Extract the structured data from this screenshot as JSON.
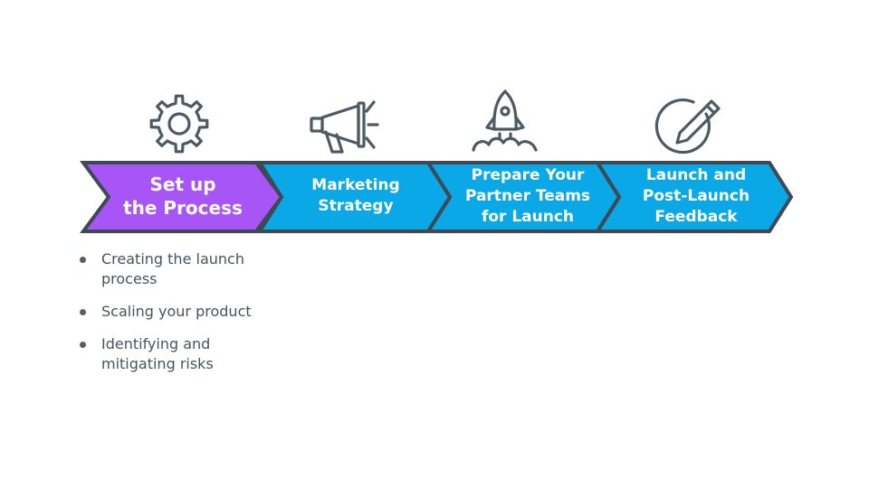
{
  "colors": {
    "active_step": "#a855f7",
    "step": "#0aa8e6",
    "outline": "#3d4a53",
    "icon": "#4b5a63",
    "bullet_text": "#455560"
  },
  "steps": [
    {
      "lines": [
        "Set up",
        "the Process"
      ],
      "icon": "gear-icon",
      "active": true
    },
    {
      "lines": [
        "Marketing",
        "Strategy"
      ],
      "icon": "megaphone-icon",
      "active": false
    },
    {
      "lines": [
        "Prepare Your",
        "Partner Teams",
        "for Launch"
      ],
      "icon": "rocket-icon",
      "active": false
    },
    {
      "lines": [
        "Launch and",
        "Post-Launch",
        "Feedback"
      ],
      "icon": "edit-pencil-icon",
      "active": false
    }
  ],
  "bullets": [
    "Creating the launch process",
    "Scaling your product",
    "Identifying and mitigating risks"
  ]
}
